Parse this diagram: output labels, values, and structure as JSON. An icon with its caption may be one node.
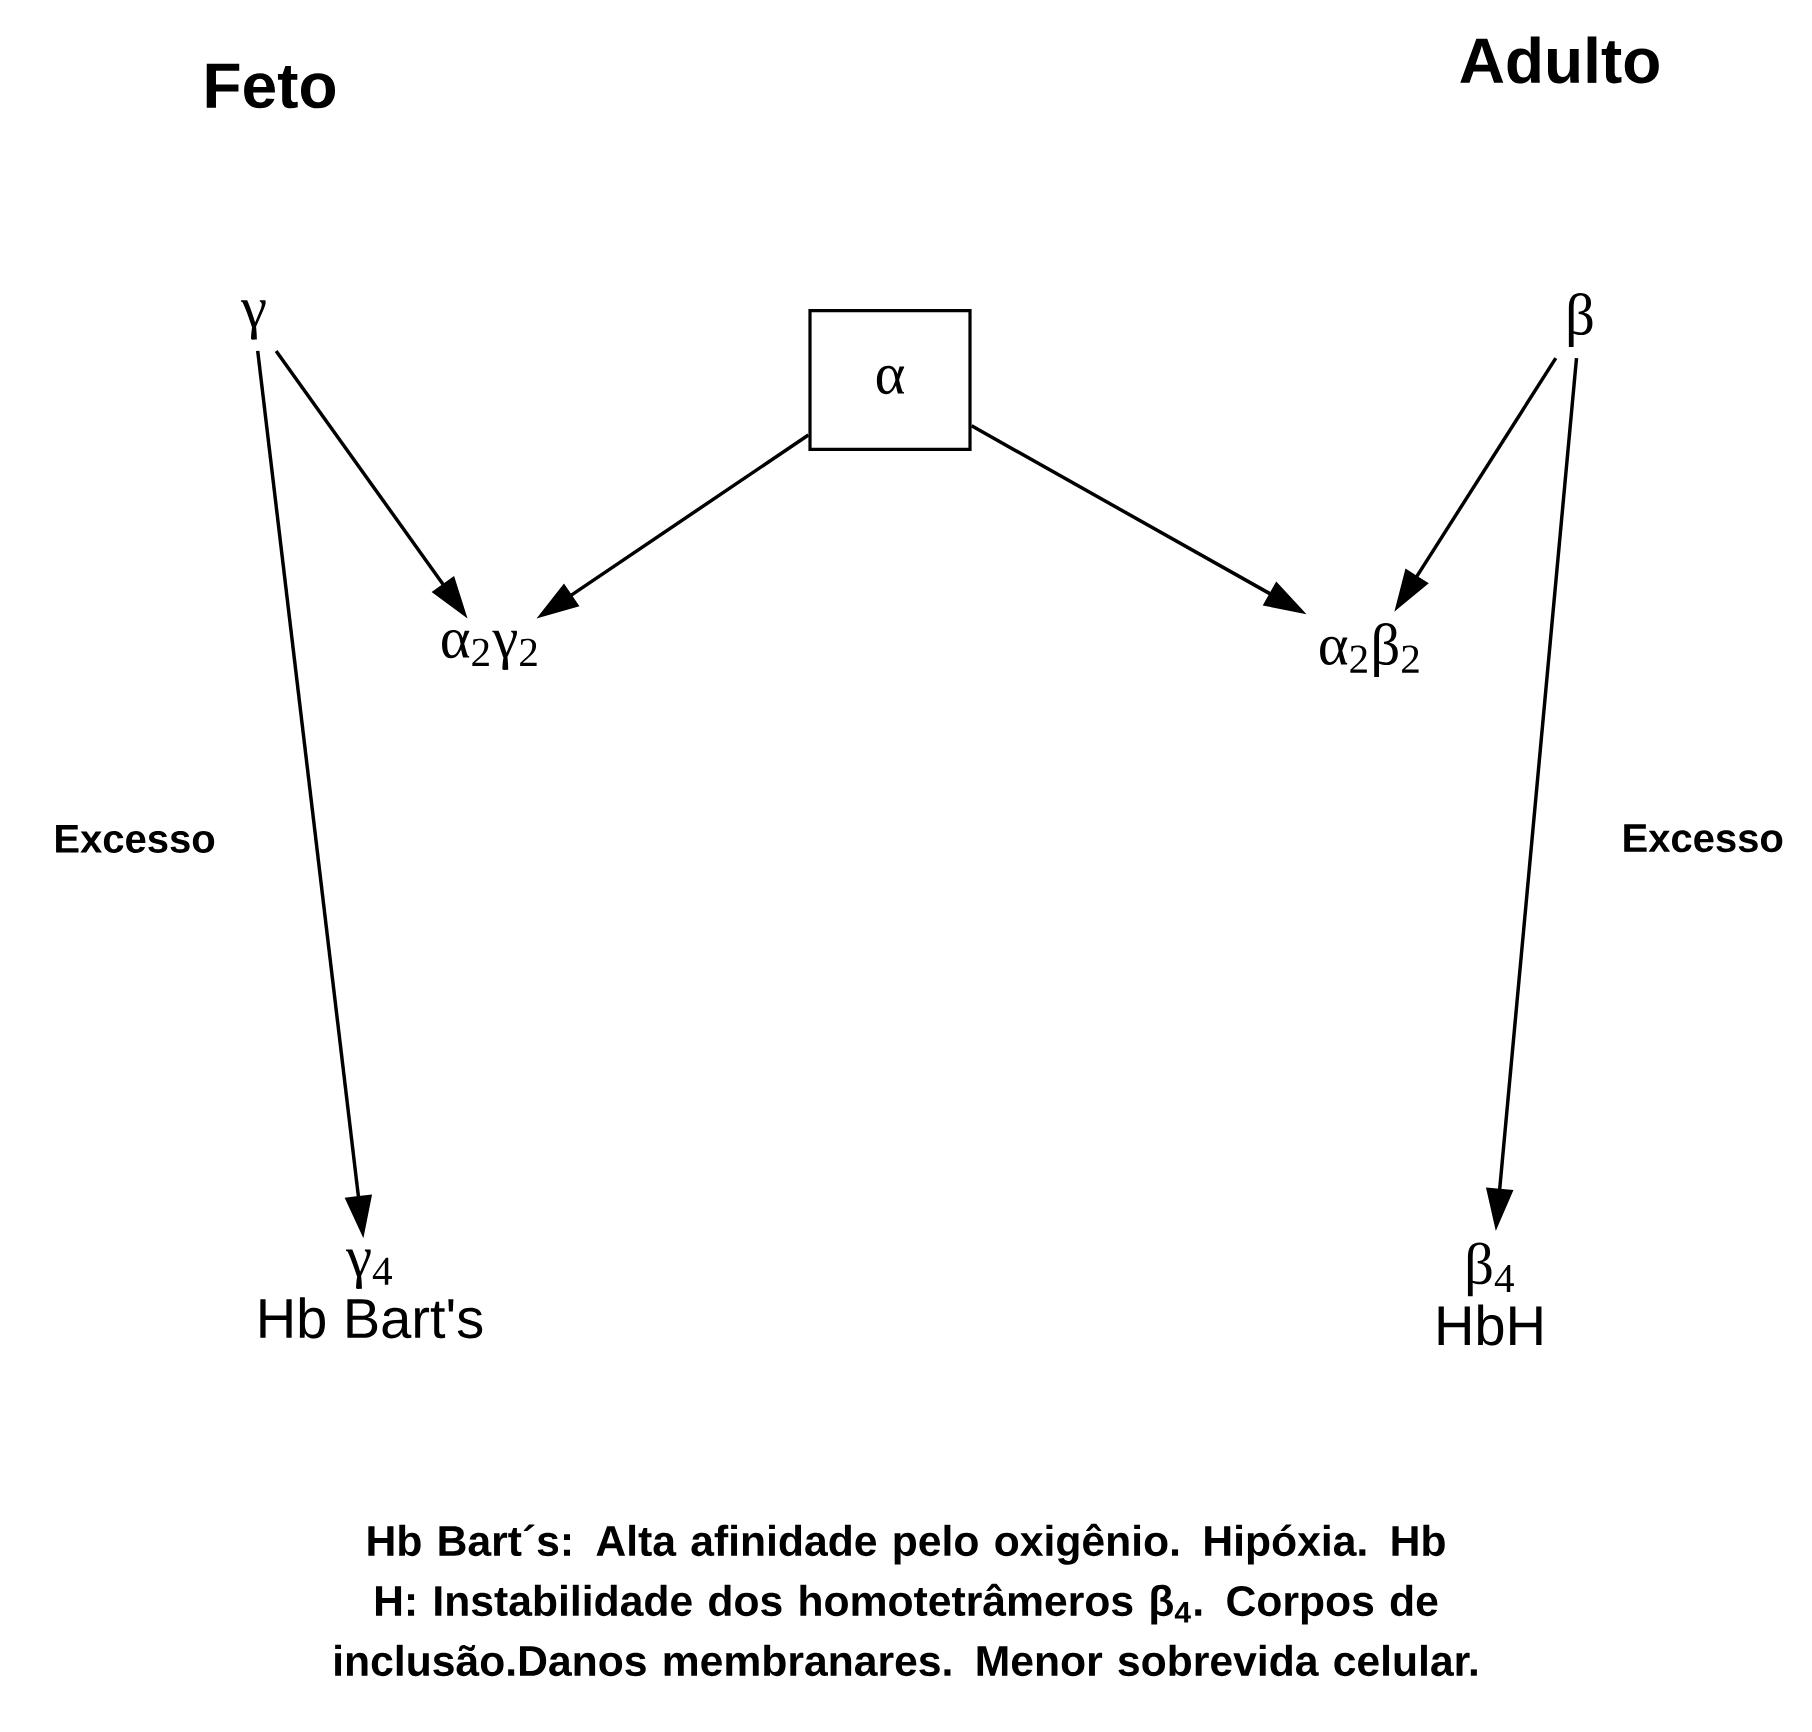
{
  "diagram": {
    "caption": "Hb Bart´s: Alta afinidade pelo oxigênio. Hipóxia. Hb H: Instabilidade dos homotetrâmeros β$_{4}$. Corpos de inclusão.Danos membranares. Menor sobrevida celular.",
    "nodes": [
      {
        "text": [
          "γ"
        ]
      },
      {
        "text": [
          "α"
        ]
      },
      {
        "text": [
          "β"
        ]
      },
      {
        "text": [
          "α$_{2}$γ$_{2}$"
        ]
      },
      {
        "text": [
          "α$_{2}$β$_{2}$"
        ]
      },
      {
        "text": [
          "γ$_{4}$",
          "Hb Bart's"
        ]
      },
      {
        "text": [
          "β$_{4}$",
          "HbH"
        ]
      }
    ],
    "edges": [
      {
        "from": 0,
        "to": 3,
        "arrow": "to"
      },
      {
        "from": 1,
        "to": 3,
        "arrow": "to"
      },
      {
        "from": 1,
        "to": 4,
        "arrow": "to"
      },
      {
        "from": 2,
        "to": 4,
        "arrow": "to"
      },
      {
        "from": 0,
        "to": 5,
        "arrow": "to",
        "label": "Excesso"
      },
      {
        "from": 2,
        "to": 6,
        "arrow": "to",
        "label": "Excesso"
      }
    ],
    "labels": [
      "Feto",
      "Adulto"
    ]
  }
}
